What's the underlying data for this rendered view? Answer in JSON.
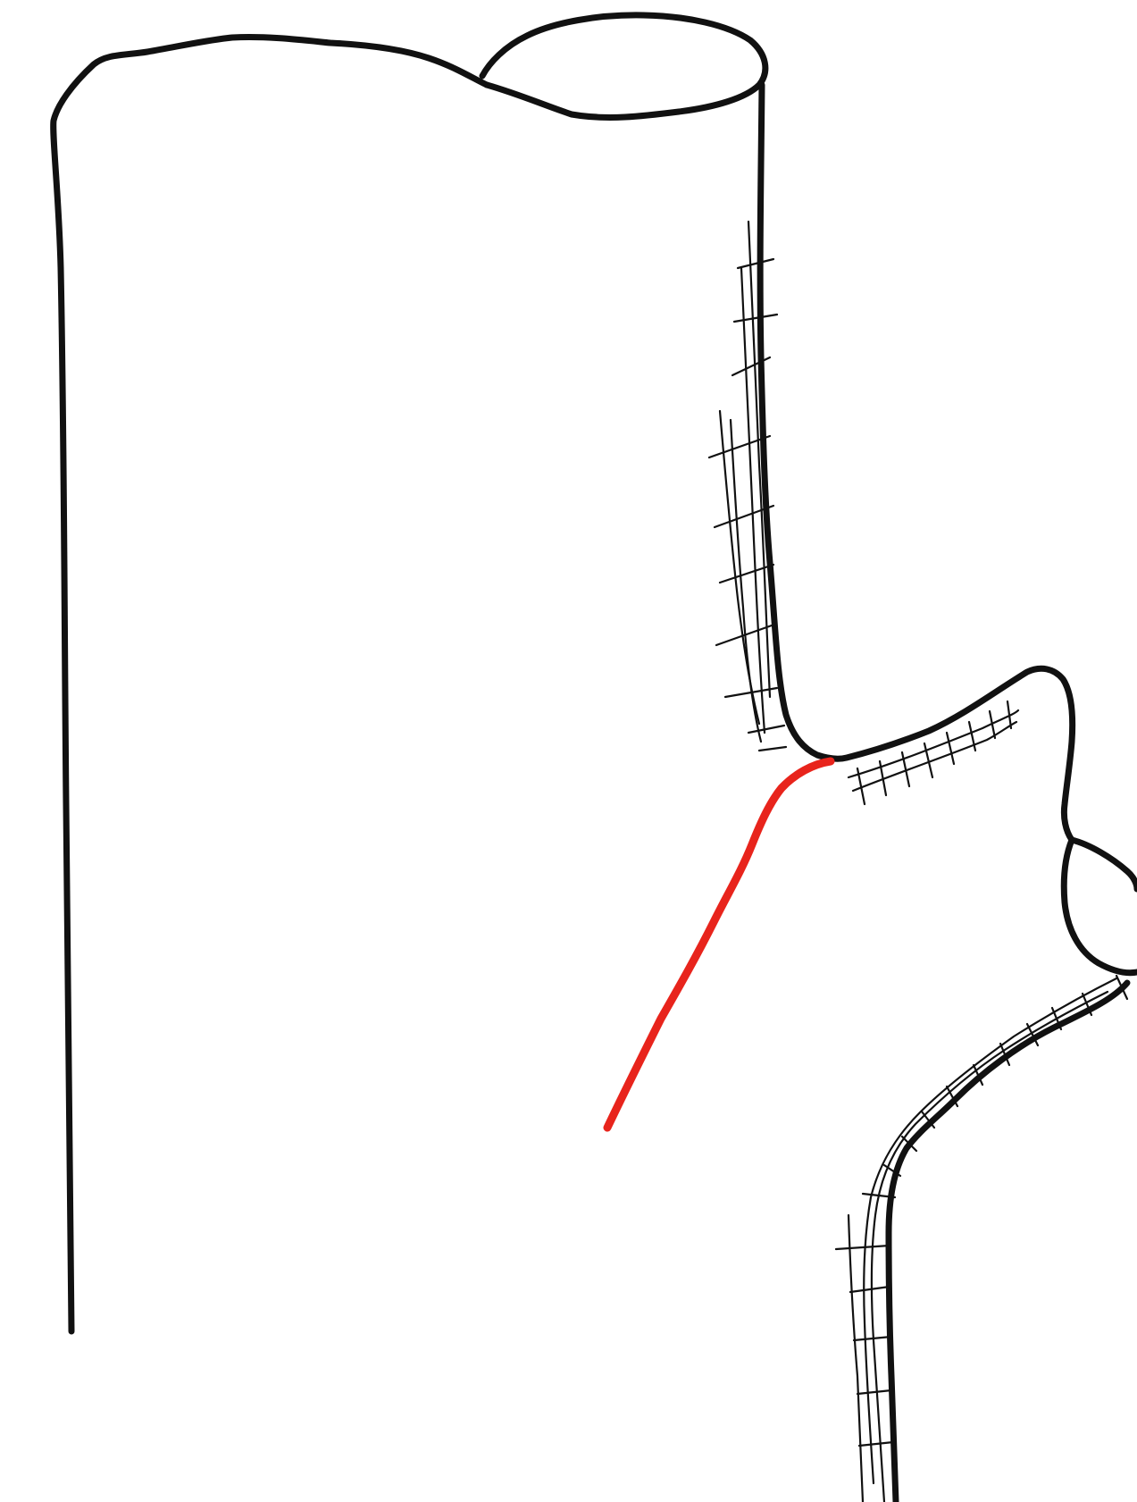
{
  "drawing": {
    "background_color": "#ffffff",
    "outline_color": "#111111",
    "hatching_color": "#111111",
    "marker_color": "#e8241c",
    "parts": [
      "main-vessel",
      "vessel-top-opening",
      "side-branch",
      "side-branch-opening",
      "incision-line"
    ]
  }
}
